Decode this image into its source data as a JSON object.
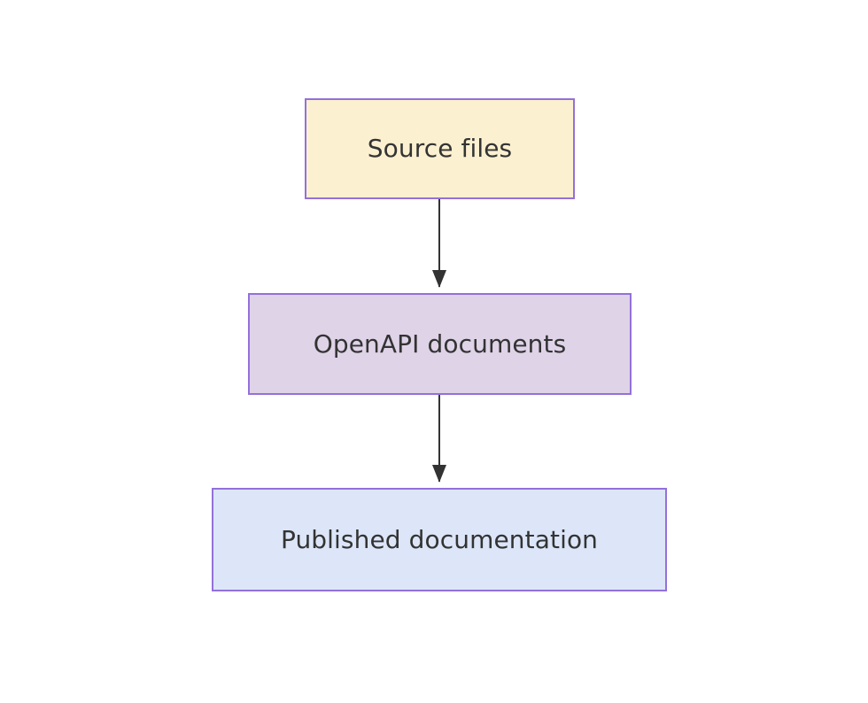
{
  "diagram": {
    "type": "flowchart",
    "orientation": "top-to-bottom",
    "background_color": "#ffffff",
    "title": "",
    "nodes": [
      {
        "id": "source-files",
        "label": "Source files",
        "fill_color": "#FBF0D0",
        "border_color": "#9370DB",
        "text_color": "#333333"
      },
      {
        "id": "openapi-documents",
        "label": "OpenAPI documents",
        "fill_color": "#DFD3E8",
        "border_color": "#9370DB",
        "text_color": "#333333"
      },
      {
        "id": "published-documentation",
        "label": "Published documentation",
        "fill_color": "#DCE6F8",
        "border_color": "#9370DB",
        "text_color": "#333333"
      }
    ],
    "edges": [
      {
        "id": "edge-source-to-openapi",
        "from": "source-files",
        "to": "openapi-documents",
        "label": "",
        "arrowhead": "solid-triangle",
        "line_color": "#333333"
      },
      {
        "id": "edge-openapi-to-published",
        "from": "openapi-documents",
        "to": "published-documentation",
        "label": "",
        "arrowhead": "solid-triangle",
        "line_color": "#333333"
      }
    ]
  }
}
